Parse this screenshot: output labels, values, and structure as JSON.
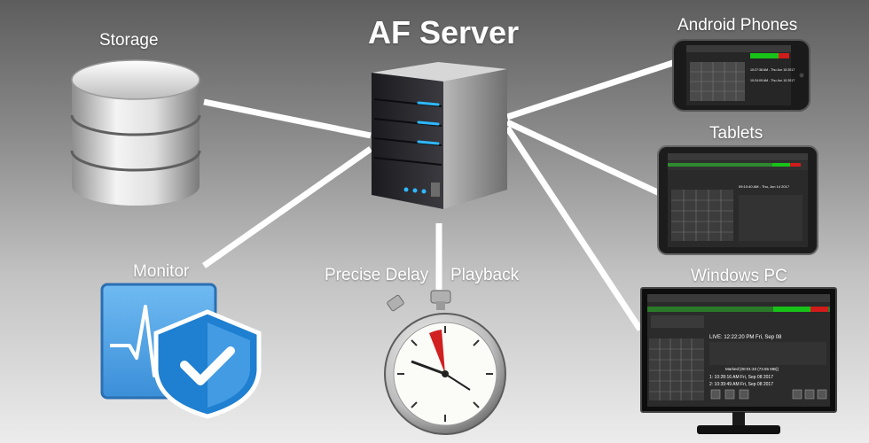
{
  "title": "AF Server",
  "nodes": {
    "storage": "Storage",
    "monitor": "Monitor",
    "android_phones": "Android Phones",
    "tablets": "Tablets",
    "windows_pc": "Windows PC",
    "precise_delay": "Precise Delay",
    "playback": "Playback"
  },
  "windows_screen": {
    "live": "LIVE:  12:22:20 PM Fri, Sep 08",
    "marked": "Marked [00:01:33 (73.55 MB)]",
    "entry_1": "1: 10:28:16 AM Fri, Sep 08 2017",
    "entry_2": "2: 10:39:49 AM Fri, Sep 08 2017"
  },
  "tablet_screen": {
    "clip_time": "09:10:40 AM - Thu, Jun 14 2017"
  },
  "phone_screen": {
    "row_1": "10:27:38 AM - Thu Jun 15 2017",
    "row_2": "10:24:09 AM - Thu Jun 15 2017"
  },
  "colors": {
    "link": "#ffffff",
    "led": "#2fb8ff",
    "monitor_blue": "#4aa3e8",
    "shield_blue": "#1f7fd0",
    "live_green": "#18c218",
    "live_red": "#d21b1b"
  },
  "icons": {
    "storage": "database-icon",
    "server": "server-tower-icon",
    "monitor": "monitor-shield-icon",
    "stopwatch": "stopwatch-icon",
    "phone": "android-phone-icon",
    "tablet": "tablet-icon",
    "pc": "windows-pc-icon"
  }
}
